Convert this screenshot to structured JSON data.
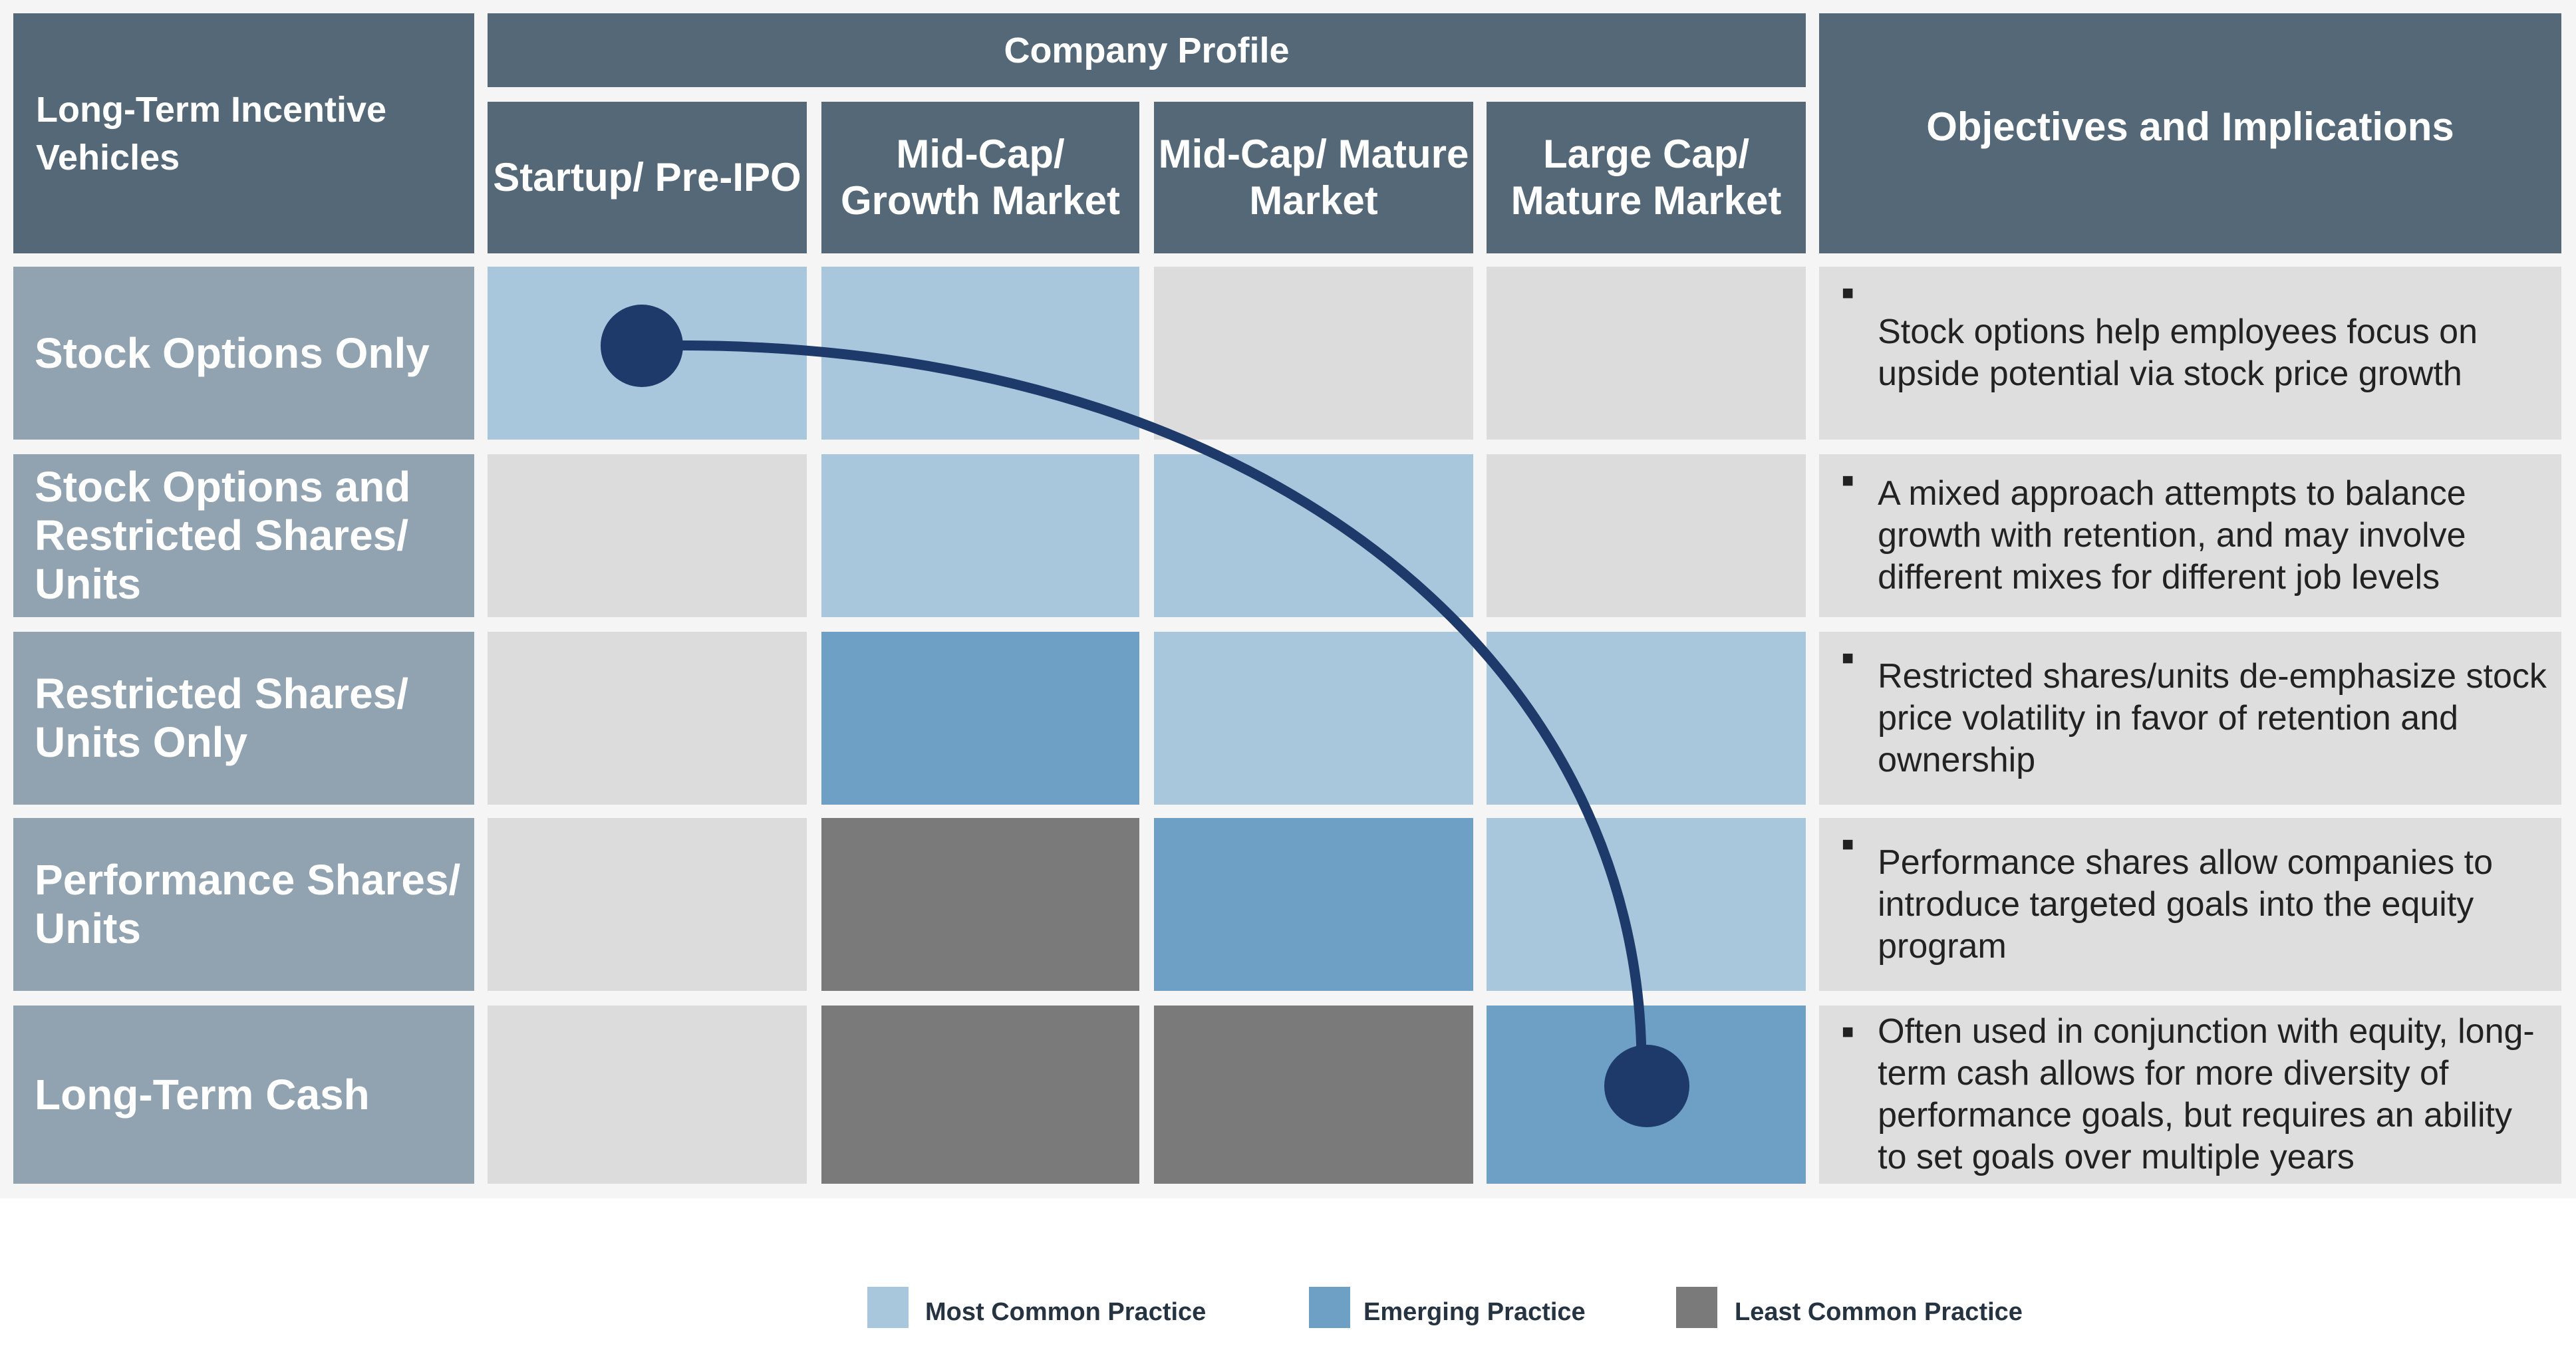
{
  "header": {
    "vehicles_label": "Long-Term Incentive Vehicles",
    "company_profile": "Company Profile",
    "objectives": "Objectives and Implications",
    "profiles": [
      "Startup/ Pre-IPO",
      "Mid-Cap/ Growth Market",
      "Mid-Cap/ Mature Market",
      "Large Cap/ Mature Market"
    ]
  },
  "colors": {
    "header": "#546878",
    "row_label": "#91a3b0",
    "most_common": "#a8c6dc",
    "emerging": "#6e9fc5",
    "least_common": "#7a7a7a",
    "none": "#dcdcdc",
    "arrow": "#1d3a6a"
  },
  "rows": [
    {
      "label": "Stock Options Only",
      "cells": [
        "most_common",
        "most_common",
        "none",
        "none"
      ],
      "objective": "Stock options help employees focus on upside potential via stock price growth"
    },
    {
      "label": "Stock Options and Restricted Shares/ Units",
      "cells": [
        "none",
        "most_common",
        "most_common",
        "none"
      ],
      "objective": "A mixed approach attempts to balance growth with retention, and may involve different mixes for different job levels"
    },
    {
      "label": "Restricted Shares/ Units Only",
      "cells": [
        "none",
        "emerging",
        "most_common",
        "most_common"
      ],
      "objective": "Restricted shares/units de-emphasize stock price volatility in favor of retention and ownership"
    },
    {
      "label": "Performance Shares/ Units",
      "cells": [
        "none",
        "least_common",
        "emerging",
        "most_common"
      ],
      "objective": "Performance shares allow companies to introduce targeted goals into the equity program"
    },
    {
      "label": "Long-Term Cash",
      "cells": [
        "none",
        "least_common",
        "least_common",
        "emerging"
      ],
      "objective": "Often used in conjunction with equity, long-term cash allows for more diversity of performance goals, but requires an ability to set goals over multiple years"
    }
  ],
  "legend": [
    {
      "key": "most_common",
      "label": "Most Common Practice"
    },
    {
      "key": "emerging",
      "label": "Emerging Practice"
    },
    {
      "key": "least_common",
      "label": "Least Common Practice"
    }
  ]
}
